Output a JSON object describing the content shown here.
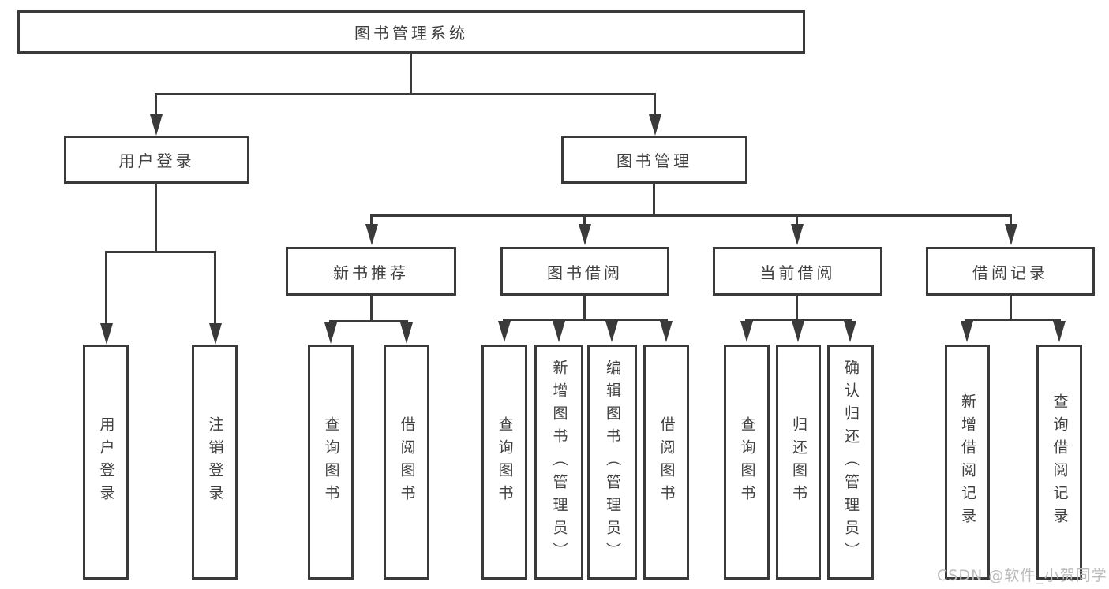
{
  "diagram_type": "feature-tree",
  "colors": {
    "line": "#3a3a3a",
    "box_border": "#3a3a3a",
    "box_fill": "#ffffff",
    "text": "#404040",
    "watermark": "#bcbcbe",
    "background": "#ffffff"
  },
  "tree": {
    "label": "图书管理系统",
    "children": [
      {
        "label": "用户登录",
        "children": [
          {
            "label": "用户登录"
          },
          {
            "label": "注销登录"
          }
        ]
      },
      {
        "label": "图书管理",
        "children": [
          {
            "label": "新书推荐",
            "children": [
              {
                "label": "查询图书"
              },
              {
                "label": "借阅图书"
              }
            ]
          },
          {
            "label": "图书借阅",
            "children": [
              {
                "label": "查询图书"
              },
              {
                "label": "新增图书（管理员）"
              },
              {
                "label": "编辑图书（管理员）"
              },
              {
                "label": "借阅图书"
              }
            ]
          },
          {
            "label": "当前借阅",
            "children": [
              {
                "label": "查询图书"
              },
              {
                "label": "归还图书"
              },
              {
                "label": "确认归还（管理员）"
              }
            ]
          },
          {
            "label": "借阅记录",
            "children": [
              {
                "label": "新增借阅记录"
              },
              {
                "label": "查询借阅记录"
              }
            ]
          }
        ]
      }
    ]
  },
  "watermark": {
    "text": "CSDN @软件_小贺同学"
  }
}
